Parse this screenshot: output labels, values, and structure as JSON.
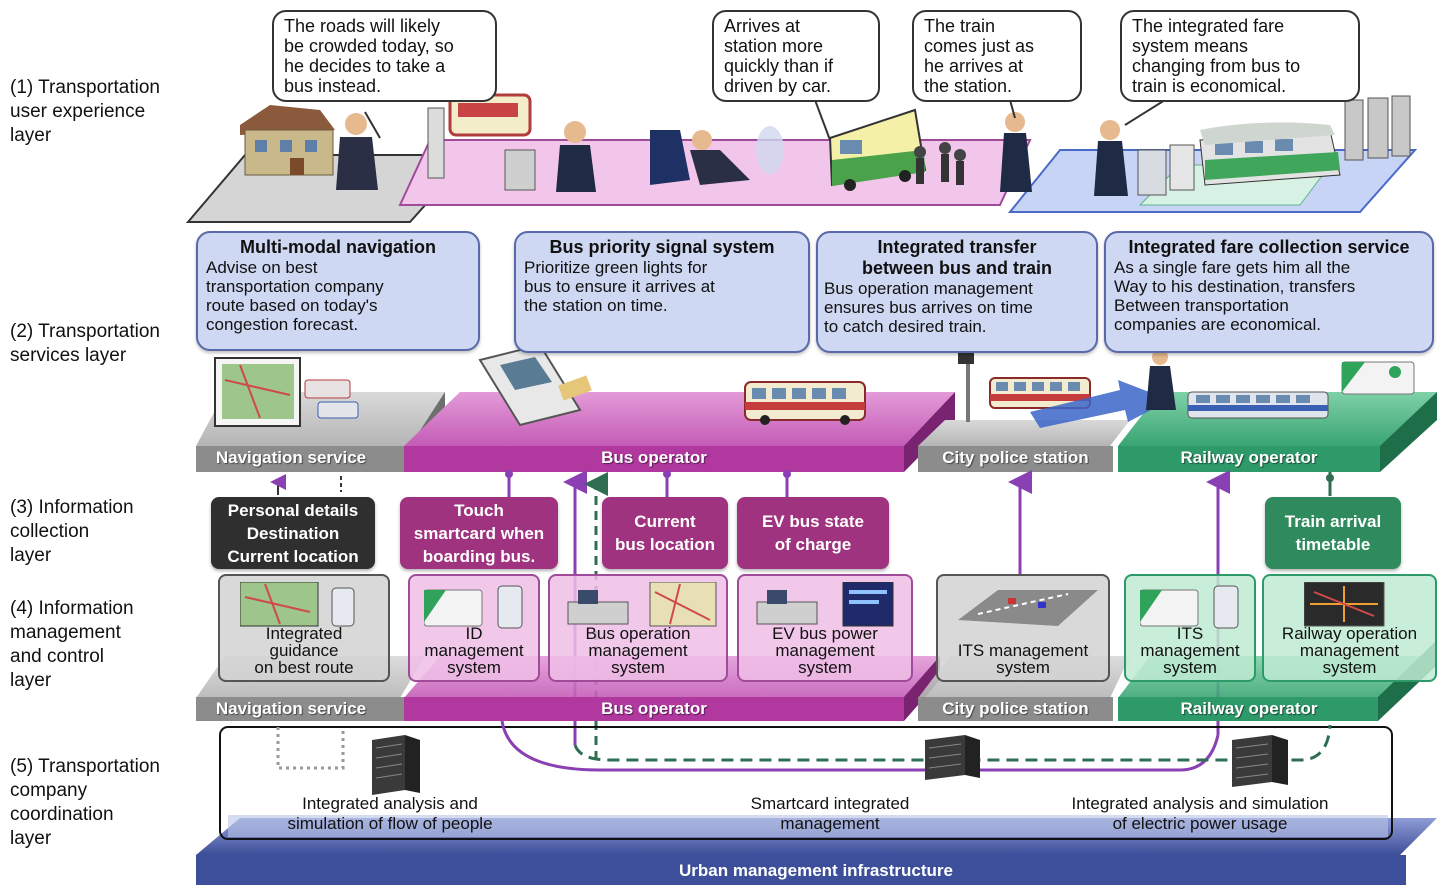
{
  "layers": [
    {
      "id": "l1",
      "label": "(1) Transportation\n      user experience\n      layer"
    },
    {
      "id": "l2",
      "label": "(2) Transportation\n      services layer"
    },
    {
      "id": "l3",
      "label": "(3) Information\n      collection\n      layer"
    },
    {
      "id": "l4",
      "label": "(4) Information\n      management\n      and control\n      layer"
    },
    {
      "id": "l5",
      "label": "(5) Transportation\n      company\n      coordination\n      layer"
    }
  ],
  "speech_bubbles": [
    {
      "text": "The roads will likely\nbe crowded today, so\nhe decides to take a\nbus instead."
    },
    {
      "text": "Arrives at\nstation more\nquickly than if\ndriven by car."
    },
    {
      "text": "The train\ncomes just as\nhe arrives at\nthe station."
    },
    {
      "text": "The integrated fare\nsystem means\nchanging from bus to\ntrain is economical."
    }
  ],
  "services": [
    {
      "title": "Multi-modal navigation",
      "desc": "Advise on best\ntransportation company\nroute based on today's\ncongestion forecast."
    },
    {
      "title": "Bus priority signal system",
      "desc": "Prioritize green lights for\nbus to ensure it arrives at\nthe station on time."
    },
    {
      "title": "Integrated transfer\nbetween bus and train",
      "desc": "Bus operation management\nensures bus arrives on time\nto catch desired train."
    },
    {
      "title": "Integrated fare collection  service",
      "desc": "As a single fare gets him all the\nWay to his destination, transfers\nBetween transportation\ncompanies are economical."
    }
  ],
  "platforms_top": {
    "navigation": "Navigation service",
    "bus": "Bus operator",
    "police": "City police station",
    "railway": "Railway operator"
  },
  "info_collection": [
    {
      "text": "Personal details\nDestination\nCurrent location"
    },
    {
      "text": "Touch\nsmartcard when\nboarding bus."
    },
    {
      "text": "Current\nbus location"
    },
    {
      "text": "EV bus state\nof charge"
    },
    {
      "text": "Train arrival\ntimetable"
    }
  ],
  "management_systems": [
    {
      "text": "Integrated\nguidance\non best route"
    },
    {
      "text": "ID\nmanagement\nsystem"
    },
    {
      "text": "Bus operation\nmanagement\nsystem"
    },
    {
      "text": "EV bus power\nmanagement\nsystem"
    },
    {
      "text": "ITS management\nsystem"
    },
    {
      "text": "ITS\nmanagement\nsystem"
    },
    {
      "text": "Railway operation\nmanagement\nsystem"
    }
  ],
  "platforms_bottom": {
    "navigation": "Navigation service",
    "bus": "Bus operator",
    "police": "City police station",
    "railway": "Railway operator"
  },
  "coordination": [
    {
      "text": "Integrated analysis and\nsimulation of flow of people"
    },
    {
      "text": "Smartcard integrated\nmanagement"
    },
    {
      "text": "Integrated analysis and simulation\nof electric power usage"
    }
  ],
  "infrastructure": {
    "label": "Urban management infrastructure"
  },
  "colors": {
    "bus_magenta": "#b0389f",
    "rail_green": "#2e9a6a",
    "gray_platform": "#8c8c8c",
    "service_card": "#cfd8f2",
    "infra_blue": "#3d4f9a"
  },
  "icons": [
    "house-icon",
    "businessman-icon",
    "bus-icon",
    "train-icon",
    "ticket-machine-icon",
    "server-rack-icon",
    "smartcard-icon",
    "map-screen-icon",
    "operator-desk-icon",
    "traffic-signal-icon",
    "ticket-gate-icon"
  ]
}
